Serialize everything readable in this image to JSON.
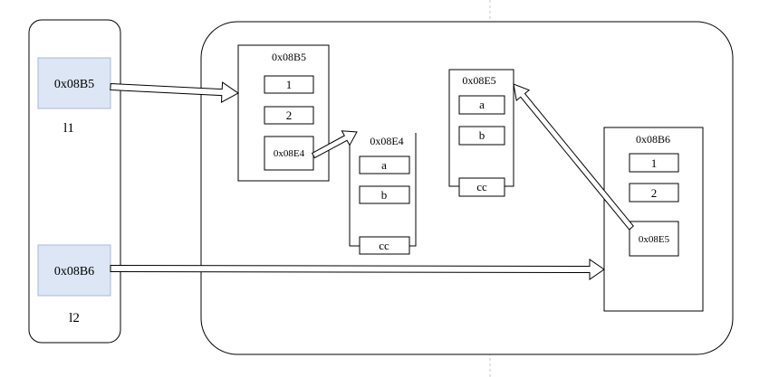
{
  "stack": {
    "vars": [
      {
        "name": "l1",
        "value": "0x08B5"
      },
      {
        "name": "l2",
        "value": "0x08B6"
      }
    ]
  },
  "heap": {
    "obj_08B5": {
      "address": "0x08B5",
      "items": [
        "1",
        "2",
        "0x08E4"
      ]
    },
    "obj_08E4": {
      "address": "0x08E4",
      "items": [
        "a",
        "b",
        "cc"
      ]
    },
    "obj_08E5": {
      "address": "0x08E5",
      "items": [
        "a",
        "b",
        "cc"
      ]
    },
    "obj_08B6": {
      "address": "0x08B6",
      "items": [
        "1",
        "2",
        "0x08E5"
      ]
    }
  },
  "colors": {
    "var_fill": "#dce6f5",
    "var_border": "#a7b8d6",
    "stroke": "#000000",
    "guide": "#c8c8c8"
  }
}
